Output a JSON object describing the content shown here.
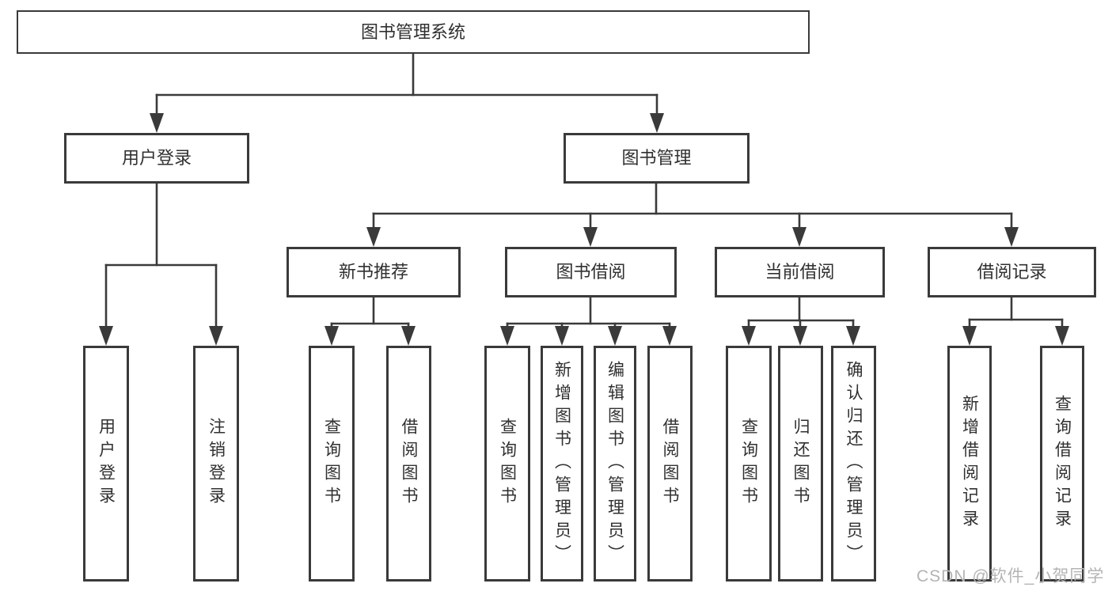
{
  "tree": {
    "label": "图书管理系统",
    "children": [
      {
        "label": "用户登录",
        "children": [
          {
            "label": "用户登录"
          },
          {
            "label": "注销登录"
          }
        ]
      },
      {
        "label": "图书管理",
        "children": [
          {
            "label": "新书推荐",
            "children": [
              {
                "label": "查询图书"
              },
              {
                "label": "借阅图书"
              }
            ]
          },
          {
            "label": "图书借阅",
            "children": [
              {
                "label": "查询图书"
              },
              {
                "label": "新增图书（管理员）"
              },
              {
                "label": "编辑图书（管理员）"
              },
              {
                "label": "借阅图书"
              }
            ]
          },
          {
            "label": "当前借阅",
            "children": [
              {
                "label": "查询图书"
              },
              {
                "label": "归还图书"
              },
              {
                "label": "确认归还（管理员）"
              }
            ]
          },
          {
            "label": "借阅记录",
            "children": [
              {
                "label": "新增借阅记录"
              },
              {
                "label": "查询借阅记录"
              }
            ]
          }
        ]
      }
    ]
  },
  "watermark": "CSDN @软件_小贺同学",
  "colors": {
    "line": "#3a3a3a",
    "text": "#303030",
    "watermark": "#b4b4b4",
    "background": "#ffffff"
  }
}
